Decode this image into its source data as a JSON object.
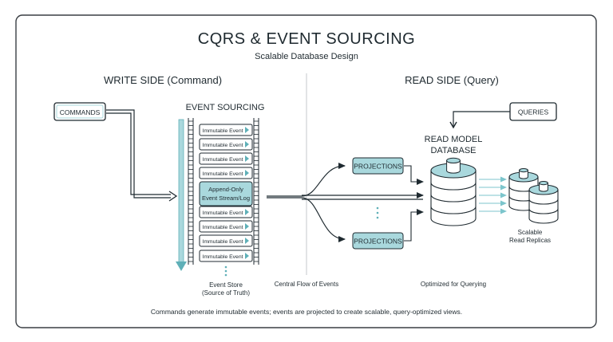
{
  "title": "CQRS & EVENT SOURCING",
  "subtitle": "Scalable Database Design",
  "write_side": {
    "heading": "WRITE SIDE (Command)",
    "commands_label": "COMMANDS",
    "event_sourcing_label": "EVENT SOURCING",
    "events_top": [
      "Immutable Event",
      "Immutable Event",
      "Immutable Event",
      "Immutable Event"
    ],
    "stream_label_line1": "Append-Only",
    "stream_label_line2": "Event Stream/Log",
    "events_bottom": [
      "Immutable Event",
      "Immutable Event",
      "Immutable Event",
      "Immutable Event"
    ],
    "store_caption_line1": "Event Store",
    "store_caption_line2": "(Source of Truth)"
  },
  "central_flow_label": "Central Flow of Events",
  "read_side": {
    "heading": "READ SIDE (Query)",
    "queries_label": "QUERIES",
    "projections": [
      "PROJECTIONS",
      "PROJECTIONS"
    ],
    "read_db_line1": "READ MODEL",
    "read_db_line2": "DATABASE",
    "replicas_line1": "Scalable",
    "replicas_line2": "Read Replicas",
    "optimized_caption": "Optimized for Querying"
  },
  "footer": "Commands generate immutable events; events are projected to create scalable, query-optimized views.",
  "colors": {
    "accent_teal": "#a9d8dd",
    "teal_dark": "#5fb0b8",
    "stroke": "#1f2a30",
    "border": "#3a3f44"
  }
}
